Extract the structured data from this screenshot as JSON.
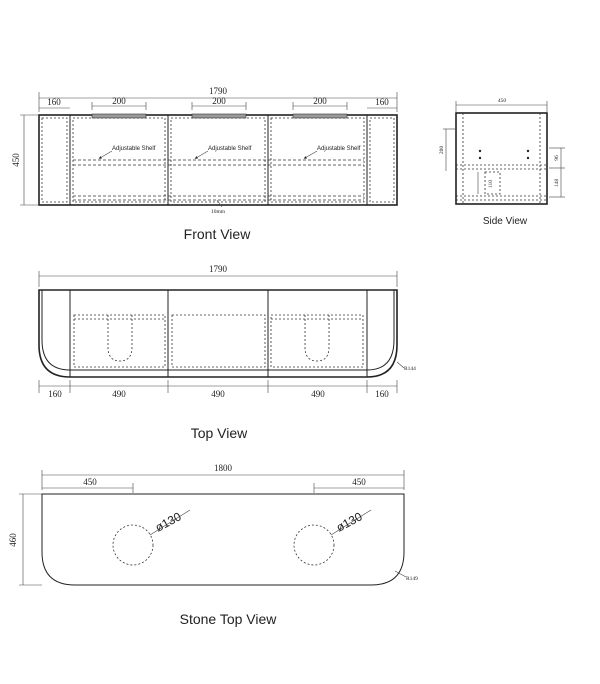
{
  "front_view": {
    "title": "Front View",
    "total_width": "1790",
    "height": "450",
    "end_left": "160",
    "end_right": "160",
    "handle_1": "200",
    "handle_2": "200",
    "handle_3": "200",
    "shelf_label_1": "Adjustable Shelf",
    "shelf_label_2": "Adjustable Shelf",
    "shelf_label_3": "Adjustable Shelf",
    "gap_note": "10mm"
  },
  "side_view": {
    "title": "Side View",
    "depth": "450",
    "dim_200": "200",
    "dim_96": "96",
    "dim_148": "148",
    "dim_110": "110"
  },
  "top_view": {
    "title": "Top View",
    "total_width": "1790",
    "seg_left": "160",
    "seg_1": "490",
    "seg_2": "490",
    "seg_3": "490",
    "seg_right": "160",
    "radius": "R144"
  },
  "stone_top_view": {
    "title": "Stone Top View",
    "total_width": "1800",
    "depth": "460",
    "offset_left": "450",
    "offset_right": "450",
    "bowl_left": "ø130",
    "bowl_right": "ø130",
    "radius": "R149"
  }
}
